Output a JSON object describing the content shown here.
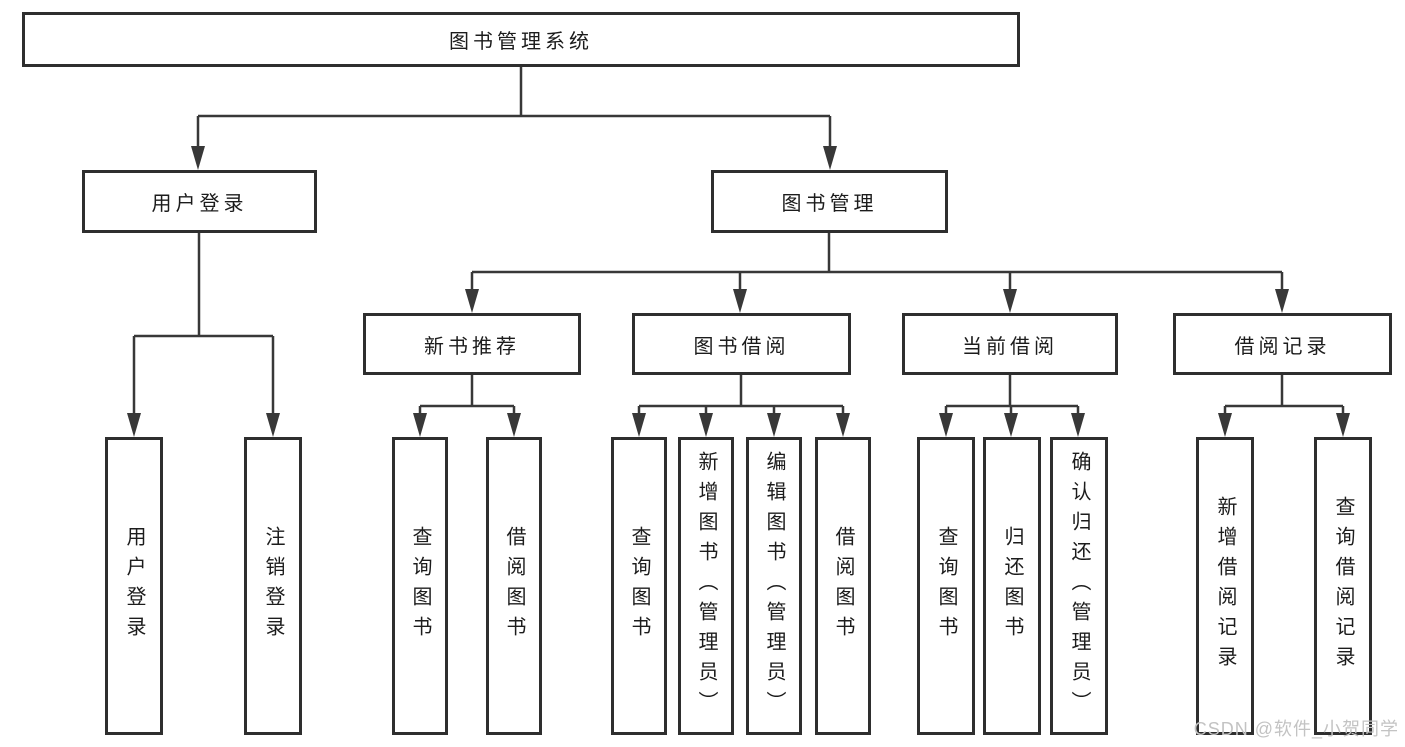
{
  "diagram": {
    "title_note": "functional structure chart",
    "root": {
      "label": "图书管理系统"
    },
    "branches": [
      {
        "label": "用户登录",
        "children": [
          {
            "label": "用户登录"
          },
          {
            "label": "注销登录"
          }
        ]
      },
      {
        "label": "图书管理",
        "children": [
          {
            "label": "新书推荐",
            "children": [
              {
                "label": "查询图书"
              },
              {
                "label": "借阅图书"
              }
            ]
          },
          {
            "label": "图书借阅",
            "children": [
              {
                "label": "查询图书"
              },
              {
                "label": "新增图书（管理员）"
              },
              {
                "label": "编辑图书（管理员）"
              },
              {
                "label": "借阅图书"
              }
            ]
          },
          {
            "label": "当前借阅",
            "children": [
              {
                "label": "查询图书"
              },
              {
                "label": "归还图书"
              },
              {
                "label": "确认归还（管理员）"
              }
            ]
          },
          {
            "label": "借阅记录",
            "children": [
              {
                "label": "新增借阅记录"
              },
              {
                "label": "查询借阅记录"
              }
            ]
          }
        ]
      }
    ]
  },
  "watermark": {
    "text": "CSDN @软件_小贺同学",
    "color": "#c3c3c3"
  },
  "colors": {
    "background": "#ffffff",
    "line": "#383838",
    "box_border": "#2e2e2e",
    "text": "#1c1c1c"
  }
}
